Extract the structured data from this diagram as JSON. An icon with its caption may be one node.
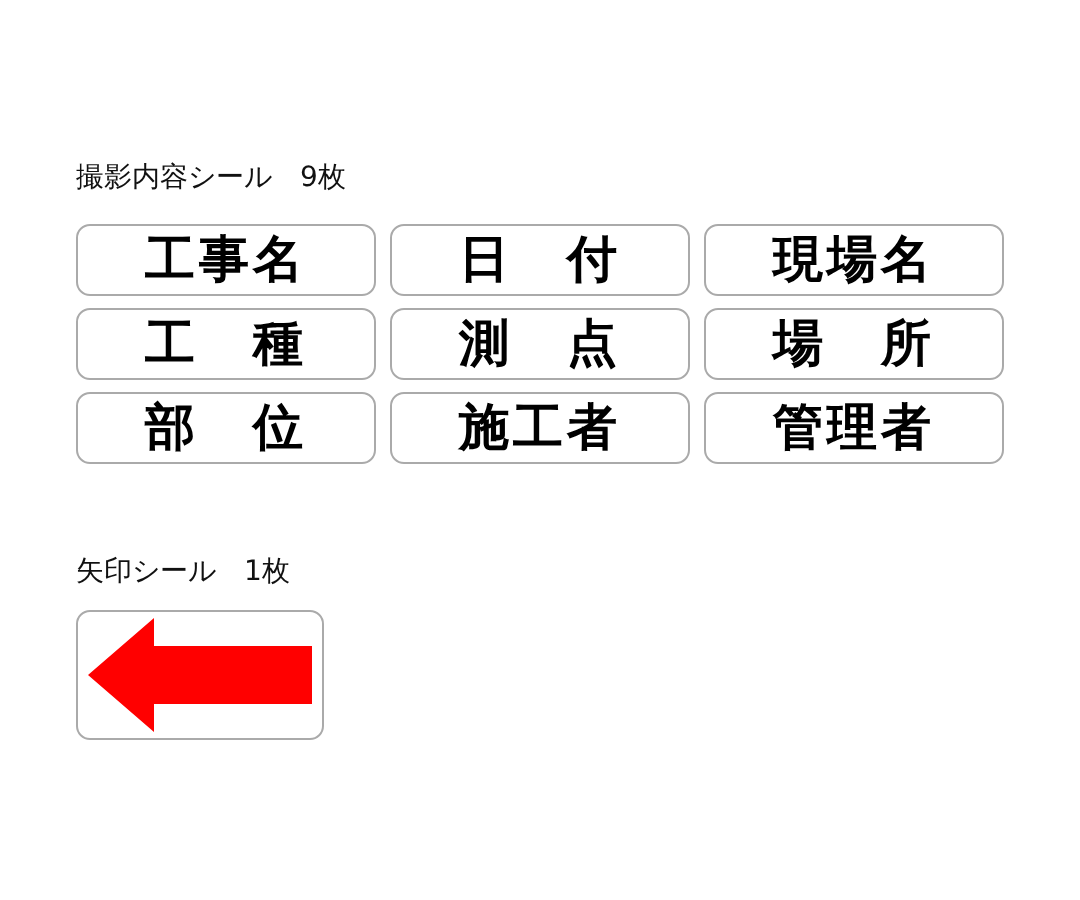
{
  "diagram": {
    "nodes": [
      {
        "text": [
          "工事名"
        ]
      },
      {
        "text": [
          "日　付"
        ]
      },
      {
        "text": [
          "現場名"
        ]
      },
      {
        "text": [
          "工　種"
        ]
      },
      {
        "text": [
          "測　点"
        ]
      },
      {
        "text": [
          "場　所"
        ]
      },
      {
        "text": [
          "部　位"
        ]
      },
      {
        "text": [
          "施工者"
        ]
      },
      {
        "text": [
          "管理者"
        ]
      },
      {
        "text": [],
        "shape": "box"
      }
    ],
    "labels": [
      "撮影内容シール　9枚",
      "矢印シール　1枚"
    ]
  }
}
